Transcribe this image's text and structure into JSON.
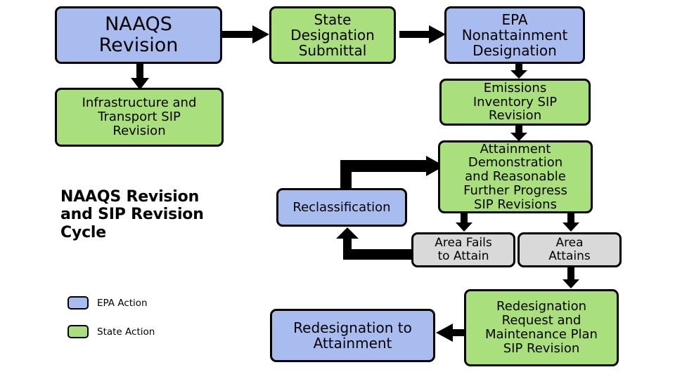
{
  "diagram": {
    "title": "NAAQS Revision\nand SIP Revision\nCycle",
    "colors": {
      "epa_action": "#a9bcf0",
      "state_action": "#a9df7c",
      "outcome": "#d9d9d9",
      "stroke": "#000000",
      "background": "#ffffff"
    },
    "nodes": [
      {
        "id": "naaqs-revision",
        "label": "NAAQS\nRevision",
        "category": "EPA Action"
      },
      {
        "id": "state-designation-submittal",
        "label": "State\nDesignation\nSubmittal",
        "category": "State Action"
      },
      {
        "id": "epa-nonattainment-designation",
        "label": "EPA\nNonattainment\nDesignation",
        "category": "EPA Action"
      },
      {
        "id": "infrastructure-transport-sip",
        "label": "Infrastructure and\nTransport SIP\nRevision",
        "category": "State Action"
      },
      {
        "id": "emissions-inventory-sip",
        "label": "Emissions\nInventory SIP\nRevision",
        "category": "State Action"
      },
      {
        "id": "attainment-demonstration-sip",
        "label": "Attainment\nDemonstration\nand Reasonable\nFurther Progress\nSIP Revisions",
        "category": "State Action"
      },
      {
        "id": "reclassification",
        "label": "Reclassification",
        "category": "EPA Action"
      },
      {
        "id": "area-fails-to-attain",
        "label": "Area Fails\nto Attain",
        "category": "Outcome"
      },
      {
        "id": "area-attains",
        "label": "Area\nAttains",
        "category": "Outcome"
      },
      {
        "id": "redesignation-request-sip",
        "label": "Redesignation\nRequest and\nMaintenance Plan\nSIP Revision",
        "category": "State Action"
      },
      {
        "id": "redesignation-to-attainment",
        "label": "Redesignation to\nAttainment",
        "category": "EPA Action"
      }
    ],
    "edges": [
      {
        "from": "naaqs-revision",
        "to": "state-designation-submittal"
      },
      {
        "from": "state-designation-submittal",
        "to": "epa-nonattainment-designation"
      },
      {
        "from": "naaqs-revision",
        "to": "infrastructure-transport-sip"
      },
      {
        "from": "epa-nonattainment-designation",
        "to": "emissions-inventory-sip"
      },
      {
        "from": "emissions-inventory-sip",
        "to": "attainment-demonstration-sip"
      },
      {
        "from": "attainment-demonstration-sip",
        "to": "area-fails-to-attain"
      },
      {
        "from": "attainment-demonstration-sip",
        "to": "area-attains"
      },
      {
        "from": "area-fails-to-attain",
        "to": "reclassification"
      },
      {
        "from": "reclassification",
        "to": "attainment-demonstration-sip"
      },
      {
        "from": "area-attains",
        "to": "redesignation-request-sip"
      },
      {
        "from": "redesignation-request-sip",
        "to": "redesignation-to-attainment"
      }
    ],
    "legend": [
      {
        "label": "EPA Action",
        "color": "#a9bcf0"
      },
      {
        "label": "State Action",
        "color": "#a9df7c"
      }
    ]
  }
}
